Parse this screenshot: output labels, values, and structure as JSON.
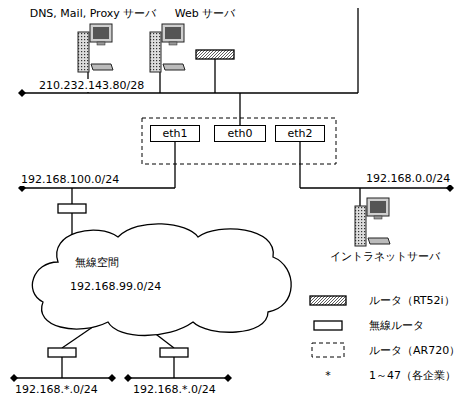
{
  "diagram": {
    "nodes": [
      {
        "text": [
          "eth1"
        ]
      },
      {
        "text": [
          "eth0"
        ]
      },
      {
        "text": [
          "eth2"
        ]
      },
      {
        "text": [
          "無線空間",
          "192.168.99.0/24"
        ]
      }
    ],
    "labels": [
      "DNS, Mail, Proxy サーバ",
      "Web サーバ",
      "210.232.143.80/28",
      "192.168.100.0/24",
      "192.168.0.0/24",
      "イントラネットサーバ",
      "192.168.*.0/24",
      "192.168.*.0/24",
      "*"
    ],
    "legend": [
      {
        "text": "ルータ（RT52i）"
      },
      {
        "text": "無線ルータ"
      },
      {
        "text": "ルータ（AR720）"
      },
      {
        "text": "1～47（各企業）"
      }
    ]
  }
}
